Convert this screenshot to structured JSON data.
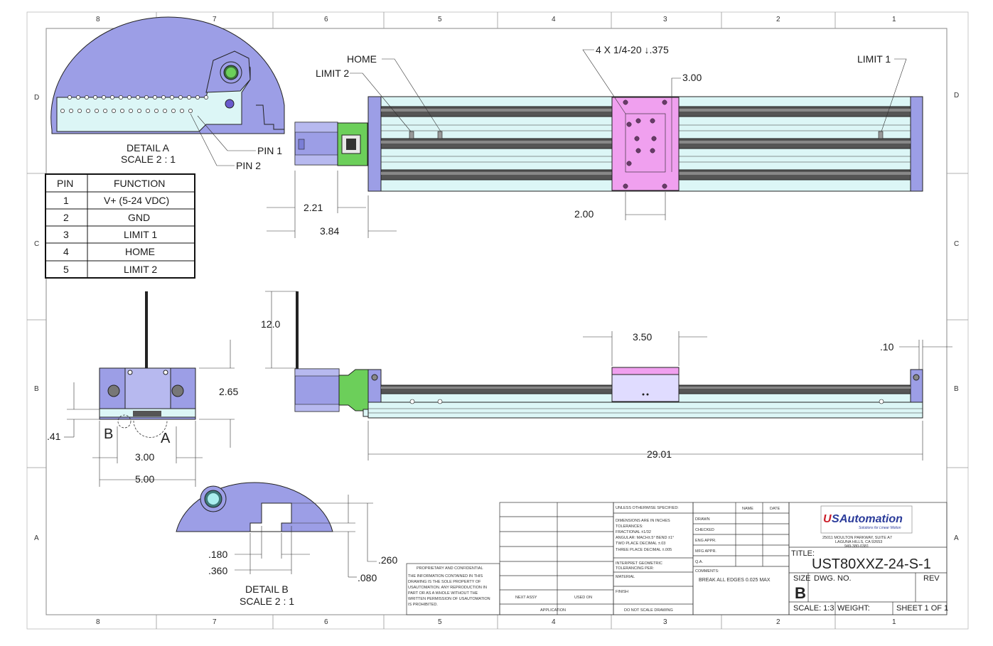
{
  "zones": {
    "columns": [
      "8",
      "7",
      "6",
      "5",
      "4",
      "3",
      "2",
      "1"
    ],
    "rows": [
      "D",
      "C",
      "B",
      "A"
    ]
  },
  "detail_a": {
    "title": "DETAIL A",
    "scale": "SCALE 2 : 1",
    "pin1": "PIN 1",
    "pin2": "PIN 2"
  },
  "pin_table": {
    "headers": [
      "PIN",
      "FUNCTION"
    ],
    "rows": [
      {
        "pin": "1",
        "function": "V+ (5-24 VDC)"
      },
      {
        "pin": "2",
        "function": "GND"
      },
      {
        "pin": "3",
        "function": "LIMIT 1"
      },
      {
        "pin": "4",
        "function": "HOME"
      },
      {
        "pin": "5",
        "function": "LIMIT 2"
      }
    ]
  },
  "top_view": {
    "home": "HOME",
    "limit2": "LIMIT 2",
    "limit1": "LIMIT 1",
    "tap_note": "4 X 1/4-20 ↓.375",
    "dim_300": "3.00",
    "dim_200": "2.00",
    "dim_221": "2.21",
    "dim_384": "3.84"
  },
  "side_view": {
    "dim_120": "12.0",
    "dim_350": "3.50",
    "dim_010": ".10",
    "dim_2901": "29.01"
  },
  "end_view": {
    "dim_265": "2.65",
    "dim_041": ".41",
    "dim_300": "3.00",
    "dim_500": "5.00",
    "label_b": "B",
    "label_a": "A"
  },
  "detail_b": {
    "title": "DETAIL B",
    "scale": "SCALE 2 : 1",
    "dim_180": ".180",
    "dim_360": ".360",
    "dim_260": ".260",
    "dim_080": ".080"
  },
  "title_block": {
    "unless": "UNLESS OTHERWISE SPECIFIED:",
    "name": "NAME",
    "date": "DATE",
    "dims1": "DIMENSIONS ARE IN INCHES",
    "dims2": "TOLERANCES:",
    "dims3": "FRACTIONAL ±1/32",
    "dims4": "ANGULAR: MACH±.5° BEND ±1°",
    "dims5": "TWO PLACE DECIMAL ±.03",
    "dims6": "THREE PLACE DECIMAL ±.005",
    "interpret": "INTERPRET GEOMETRIC",
    "tolerancing": "TOLERANCING PER:",
    "material": "MATERIAL",
    "finish": "FINISH",
    "no_scale": "DO NOT SCALE DRAWING",
    "drawn": "DRAWN",
    "checked": "CHECKED",
    "eng_appr": "ENG APPR.",
    "mfg_appr": "MFG APPR.",
    "qa": "Q.A.",
    "comments": "COMMENTS:",
    "comment_text": "BREAK ALL EDGES 0.025 MAX",
    "next_assy": "NEXT ASSY",
    "used_on": "USED ON",
    "application": "APPLICATION",
    "prop_title": "PROPRIETARY AND CONFIDENTIAL",
    "prop1": "THE INFORMATION CONTAINED IN THIS",
    "prop2": "DRAWING IS THE SOLE PROPERTY OF",
    "prop3": "USAUTOMATION. ANY REPRODUCTION IN",
    "prop4": "PART OR AS A WHOLE WITHOUT THE",
    "prop5": "WRITTEN PERMISSION OF USAUTOMATION",
    "prop6": "IS PROHIBITED.",
    "company_logo": "USAutomation",
    "logo_us": "U",
    "logo_s": "S",
    "logo_rest": "Automation",
    "tagline": "Solutions for Linear Motion",
    "addr1": "25011 MOULTON PARKWAY, SUITE A7",
    "addr2": "LAGUNA HILLS, CA 92653",
    "addr3": "949-380-0381",
    "title_label": "TITLE:",
    "part_title": "UST80XXZ-24-S-1",
    "size_label": "SIZE",
    "size_value": "B",
    "dwg_no": "DWG. NO.",
    "rev": "REV",
    "scale": "SCALE: 1:3",
    "weight": "WEIGHT:",
    "sheet": "SHEET 1 OF 1"
  },
  "colors": {
    "motor": "#9c9ee6",
    "carriage": "#f0a0ef",
    "coupler": "#6ccf5a",
    "rail_fill": "#dcf6f6",
    "shaft": "#555555",
    "logo_red": "#cc1f2a",
    "logo_blue": "#2a3b9a"
  }
}
